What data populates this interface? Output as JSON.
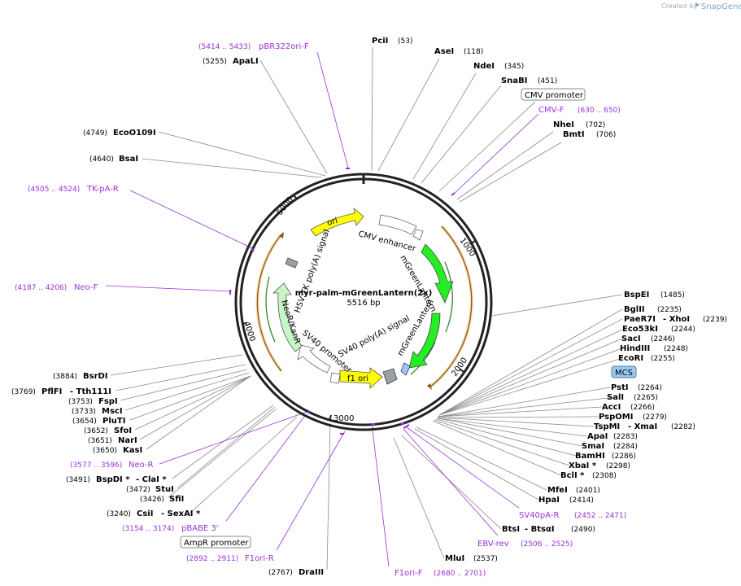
{
  "credit": {
    "created_by": "Created by",
    "brand": "SnapGene"
  },
  "plasmid": {
    "name": "myr-palm-mGreenLantern(2x)",
    "length": "5516 bp"
  },
  "ticks": [
    "1000",
    "2000",
    "3000",
    "4000",
    "5000"
  ],
  "enzymes": [
    {
      "name": "PciI",
      "pos": "(53)"
    },
    {
      "name": "AseI",
      "pos": "(118)"
    },
    {
      "name": "NdeI",
      "pos": "(345)"
    },
    {
      "name": "SnaBI",
      "pos": "(451)"
    },
    {
      "name": "NheI",
      "pos": "(702)"
    },
    {
      "name": "BmtI",
      "pos": "(706)"
    },
    {
      "name": "BspEI",
      "pos": "(1485)"
    },
    {
      "name": "BglII",
      "pos": "(2235)"
    },
    {
      "name": "PaeR7I",
      "pos": ""
    },
    {
      "name": "- XhoI",
      "pos": "(2239)"
    },
    {
      "name": "Eco53kI",
      "pos": "(2244)"
    },
    {
      "name": "SacI",
      "pos": "(2246)"
    },
    {
      "name": "HindIII",
      "pos": "(2248)"
    },
    {
      "name": "EcoRI",
      "pos": "(2255)"
    },
    {
      "name": "PstI",
      "pos": "(2264)"
    },
    {
      "name": "SalI",
      "pos": "(2265)"
    },
    {
      "name": "AccI",
      "pos": "(2266)"
    },
    {
      "name": "PspOMI",
      "pos": "(2279)"
    },
    {
      "name": "TspMI",
      "pos": ""
    },
    {
      "name": "- XmaI",
      "pos": "(2282)"
    },
    {
      "name": "ApaI",
      "pos": "(2283)"
    },
    {
      "name": "SmaI",
      "pos": "(2284)"
    },
    {
      "name": "BamHI",
      "pos": "(2286)"
    },
    {
      "name": "XbaI *",
      "pos": "(2298)"
    },
    {
      "name": "BclI *",
      "pos": "(2308)"
    },
    {
      "name": "MfeI",
      "pos": "(2401)"
    },
    {
      "name": "HpaI",
      "pos": "(2414)"
    },
    {
      "name": "BtsI",
      "pos": ""
    },
    {
      "name": "- BtsαI",
      "pos": "(2490)"
    },
    {
      "name": "MluI",
      "pos": "(2537)"
    },
    {
      "name": "DraIII",
      "pos": "(2767)"
    },
    {
      "name": "CsiI",
      "pos": "(3240)"
    },
    {
      "name": "- SexAI *",
      "pos": ""
    },
    {
      "name": "SfiI",
      "pos": "(3426)"
    },
    {
      "name": "StuI",
      "pos": "(3472)"
    },
    {
      "name": "BspDI *",
      "pos": "(3491)"
    },
    {
      "name": "- ClaI *",
      "pos": ""
    },
    {
      "name": "KasI",
      "pos": "(3650)"
    },
    {
      "name": "NarI",
      "pos": "(3651)"
    },
    {
      "name": "SfoI",
      "pos": "(3652)"
    },
    {
      "name": "PluTI",
      "pos": "(3654)"
    },
    {
      "name": "MscI",
      "pos": "(3733)"
    },
    {
      "name": "FspI",
      "pos": "(3753)"
    },
    {
      "name": "PflFI",
      "pos": "(3769)"
    },
    {
      "name": "- Tth111I",
      "pos": ""
    },
    {
      "name": "BsrDI",
      "pos": "(3884)"
    },
    {
      "name": "BsaI",
      "pos": "(4640)"
    },
    {
      "name": "EcoO109I",
      "pos": "(4749)"
    },
    {
      "name": "ApaLI",
      "pos": "(5255)"
    }
  ],
  "primers": [
    {
      "name": "pBR322ori-F",
      "pos": "(5414 .. 5433)"
    },
    {
      "name": "CMV-F",
      "pos": "(630 .. 650)"
    },
    {
      "name": "TK-pA-R",
      "pos": "(4505 .. 4524)"
    },
    {
      "name": "Neo-F",
      "pos": "(4187 .. 4206)"
    },
    {
      "name": "Neo-R",
      "pos": "(3577 .. 3596)"
    },
    {
      "name": "pBABE 3'",
      "pos": "(3154 .. 3174)"
    },
    {
      "name": "F1ori-R",
      "pos": "(2892 .. 2911)"
    },
    {
      "name": "F1ori-F",
      "pos": "(2680 .. 2701)"
    },
    {
      "name": "EBV-rev",
      "pos": "(2506 .. 2525)"
    },
    {
      "name": "SV40pA-R",
      "pos": "(2452 .. 2471)"
    }
  ],
  "boxed_labels": {
    "cmv_promoter": "CMV promoter",
    "mcs": "MCS",
    "ampr_promoter": "AmpR promoter"
  },
  "features": {
    "ori": "ori",
    "cmv_enhancer": "CMV enhancer",
    "mgreenlantern_1": "mGreenLantern",
    "mgreenlantern_2": "mGreenLantern",
    "sv40_polya": "SV40 poly(A) signal",
    "f1_ori": "f1 ori",
    "sv40_promoter": "SV40 promoter",
    "neor": "NeoR/KanR",
    "hsv_tk": "HSV TK poly(A) signal"
  },
  "colors": {
    "backbone": "#222222",
    "ori": "#ffff00",
    "mgreenlantern": "#22ee22",
    "neor": "#c8f5c8",
    "primer": "#9b30d9",
    "mcs": "#9cc9f2",
    "orf_arc": "#e69a2a"
  }
}
